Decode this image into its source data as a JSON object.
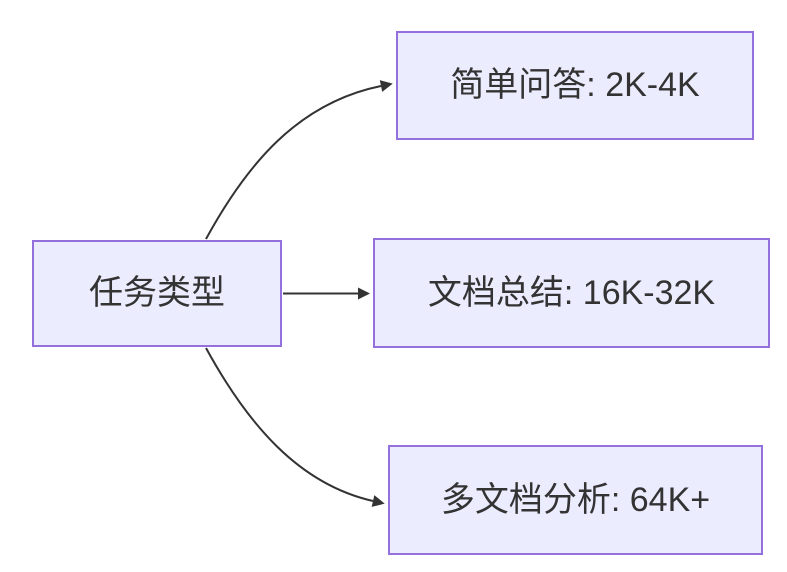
{
  "diagram": {
    "type": "flowchart-left-to-right",
    "root": {
      "id": "task-type",
      "label": "任务类型"
    },
    "children": [
      {
        "id": "simple-qa",
        "label": "简单问答: 2K-4K"
      },
      {
        "id": "doc-summary",
        "label": "文档总结: 16K-32K"
      },
      {
        "id": "multi-doc",
        "label": "多文档分析: 64K+"
      }
    ],
    "edges": [
      {
        "from": "task-type",
        "to": "simple-qa"
      },
      {
        "from": "task-type",
        "to": "doc-summary"
      },
      {
        "from": "task-type",
        "to": "multi-doc"
      }
    ],
    "colors": {
      "node_fill": "#ECECFF",
      "node_border": "#9370DB",
      "edge": "#333333",
      "text": "#333333",
      "background": "#FFFFFF"
    }
  }
}
